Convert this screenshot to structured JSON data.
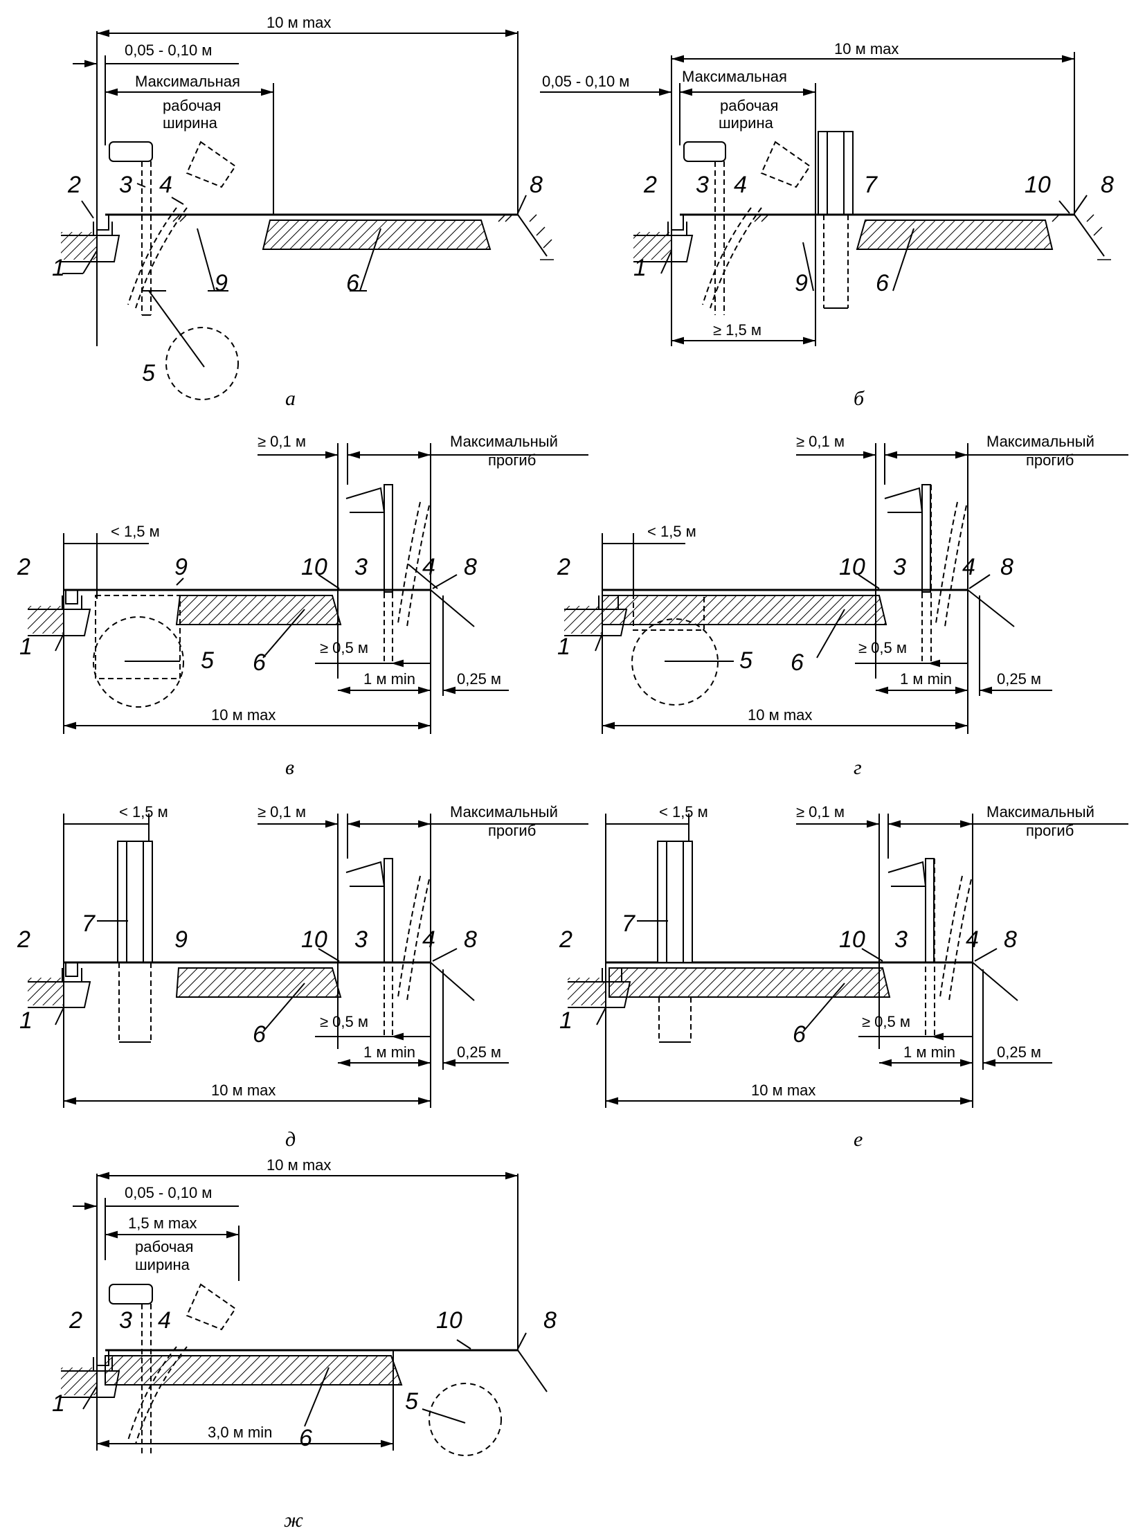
{
  "panels": {
    "a": {
      "caption": "а",
      "dim_top": "10 м max",
      "dim_offset": "0,05 - 0,10 м",
      "dim_work_1": "Максимальная",
      "dim_work_2": "рабочая",
      "dim_work_3": "ширина",
      "labels": [
        "1",
        "2",
        "3",
        "4",
        "5",
        "6",
        "8",
        "9"
      ]
    },
    "b": {
      "caption": "б",
      "dim_top": "10 м max",
      "dim_offset": "0,05 - 0,10 м",
      "dim_work_1": "Максимальная",
      "dim_work_2": "рабочая",
      "dim_work_3": "ширина",
      "dim_bottom": "≥ 1,5 м",
      "labels": [
        "1",
        "2",
        "3",
        "4",
        "6",
        "7",
        "8",
        "9",
        "10"
      ]
    },
    "v": {
      "caption": "в",
      "dim_min": "≥ 0,1 м",
      "dim_defl_1": "Максимальный",
      "dim_defl_2": "прогиб",
      "dim_near": "< 1,5 м",
      "dim_half": "≥ 0,5 м",
      "dim_1m": "1 м min",
      "dim_025": "0,25 м",
      "dim_10": "10 м max",
      "labels": [
        "1",
        "2",
        "3",
        "4",
        "5",
        "6",
        "8",
        "9",
        "10"
      ]
    },
    "g": {
      "caption": "г",
      "dim_min": "≥ 0,1 м",
      "dim_defl_1": "Максимальный",
      "dim_defl_2": "прогиб",
      "dim_near": "< 1,5 м",
      "dim_half": "≥ 0,5 м",
      "dim_1m": "1 м min",
      "dim_025": "0,25 м",
      "dim_10": "10 м max",
      "labels": [
        "1",
        "2",
        "3",
        "4",
        "5",
        "6",
        "8",
        "10"
      ]
    },
    "d": {
      "caption": "д",
      "dim_min": "≥ 0,1 м",
      "dim_defl_1": "Максимальный",
      "dim_defl_2": "прогиб",
      "dim_near": "< 1,5 м",
      "dim_half": "≥ 0,5 м",
      "dim_1m": "1 м min",
      "dim_025": "0,25 м",
      "dim_10": "10 м max",
      "labels": [
        "1",
        "2",
        "3",
        "4",
        "6",
        "7",
        "8",
        "9",
        "10"
      ]
    },
    "e": {
      "caption": "е",
      "dim_min": "≥ 0,1 м",
      "dim_defl_1": "Максимальный",
      "dim_defl_2": "прогиб",
      "dim_near": "< 1,5 м",
      "dim_half": "≥ 0,5 м",
      "dim_1m": "1 м min",
      "dim_025": "0,25 м",
      "dim_10": "10 м max",
      "labels": [
        "1",
        "2",
        "3",
        "4",
        "6",
        "7",
        "8",
        "10"
      ]
    },
    "zh": {
      "caption": "ж",
      "dim_top": "10 м max",
      "dim_offset": "0,05 - 0,10 м",
      "dim_work_1": "1,5 м max",
      "dim_work_2": "рабочая",
      "dim_work_3": "ширина",
      "dim_bottom": "3,0 м min",
      "labels": [
        "1",
        "2",
        "3",
        "4",
        "5",
        "6",
        "8",
        "10"
      ]
    }
  }
}
